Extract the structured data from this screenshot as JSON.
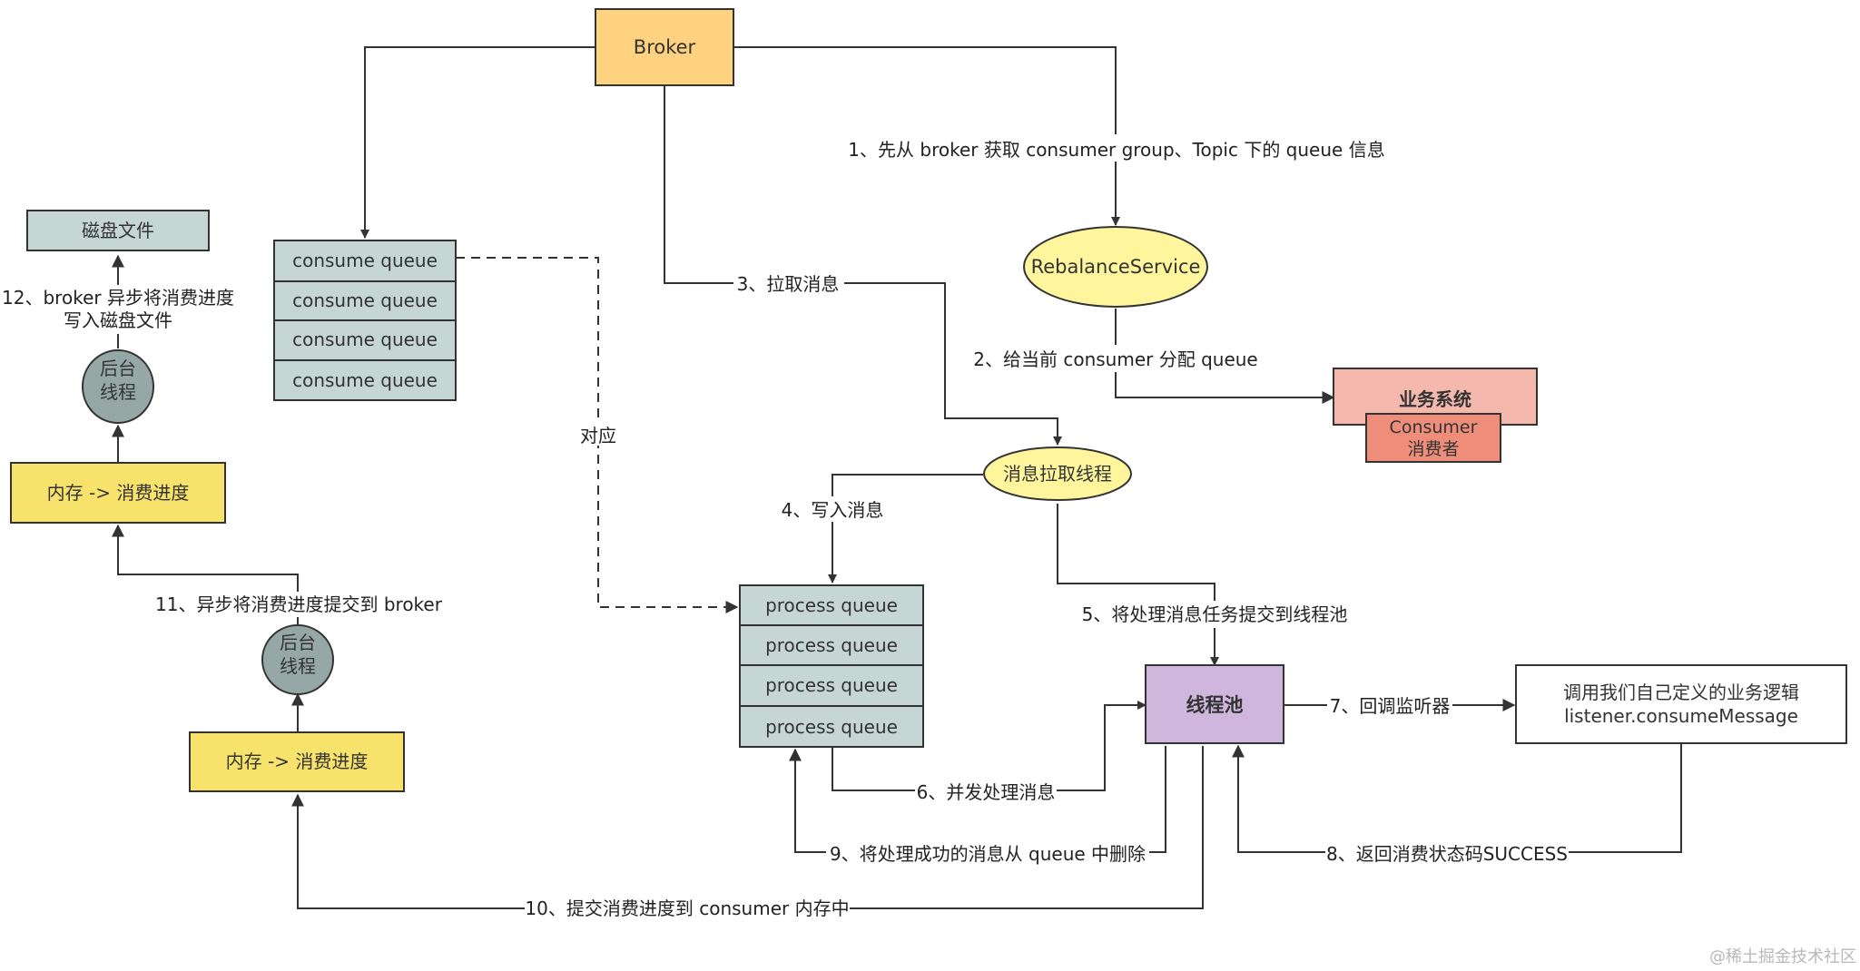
{
  "nodes": {
    "broker": "Broker",
    "rebalance": "RebalanceService",
    "business": {
      "title": "业务系统",
      "consumer": "Consumer",
      "consumer_sub": "消费者"
    },
    "consume_queues": [
      "consume queue",
      "consume queue",
      "consume queue",
      "consume queue"
    ],
    "pull_thread": "消息拉取线程",
    "process_queues": [
      "process queue",
      "process queue",
      "process queue",
      "process queue"
    ],
    "thread_pool": "线程池",
    "listener": {
      "line1": "调用我们自己定义的业务逻辑",
      "line2": "listener.consumeMessage"
    },
    "disk_file": "磁盘文件",
    "memory_top": "内存 -> 消费进度",
    "memory_bottom": "内存 -> 消费进度",
    "bg_thread_top": {
      "line1": "后台",
      "line2": "线程"
    },
    "bg_thread_bottom": {
      "line1": "后台",
      "line2": "线程"
    }
  },
  "edges": {
    "e1": "1、先从 broker 获取 consumer group、Topic 下的 queue 信息",
    "e2": "2、给当前 consumer 分配 queue",
    "e3": "3、拉取消息",
    "e4": "4、写入消息",
    "e5": "5、将处理消息任务提交到线程池",
    "e6": "6、并发处理消息",
    "e7": "7、回调监听器",
    "e8": "8、返回消费状态码SUCCESS",
    "e9": "9、将处理成功的消息从 queue 中删除",
    "e10": "10、提交消费进度到 consumer 内存中",
    "e11": "11、异步将消费进度提交到 broker",
    "e12_line1": "12、broker 异步将消费进度",
    "e12_line2": "写入磁盘文件",
    "correspond": "对应"
  },
  "watermark": "@稀土掘金技术社区",
  "colors": {
    "broker_fill": "#ffd27f",
    "yellow_ellipse": "#fff59d",
    "queue_fill": "#c6d6d4",
    "business_fill": "#f5b8ad",
    "consumer_fill": "#ee8e7a",
    "thread_pool_fill": "#cfb6dc",
    "memory_fill": "#f7e26b",
    "bg_thread_fill": "#95a8a6",
    "line": "#333333"
  }
}
